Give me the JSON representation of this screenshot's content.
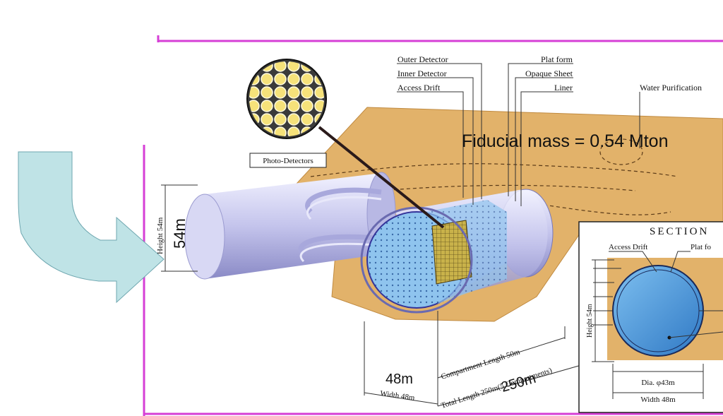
{
  "callouts": {
    "outer_detector": "Outer Detector",
    "inner_detector": "Inner Detector",
    "access_drift": "Access Drift",
    "platform": "Plat form",
    "opaque_sheet": "Opaque Sheet",
    "liner": "Liner",
    "water_purification": "Water Purification",
    "photo_detectors": "Photo-Detectors"
  },
  "headline": "Fiducial mass = 0.54 Mton",
  "dimensions": {
    "height_small": "Height 54m",
    "height_big": "54m",
    "width_big": "48m",
    "width_small": "Width 48m",
    "length_big": "250m",
    "compartment_length": "Compartment Length 50m",
    "total_length": "Total Length 250m(5 Compartments)"
  },
  "section": {
    "title": "SECTION",
    "access_drift": "Access Drift",
    "platform": "Plat fo",
    "height": "Height 54m",
    "diameter": "Dia. φ43m",
    "width": "Width 48m"
  },
  "colors": {
    "frame": "#d63fd6",
    "arrow": "#bfe3e6",
    "rock": "#e2b26a",
    "tank": "#c8c8ee",
    "water": "#3b8fd8"
  }
}
